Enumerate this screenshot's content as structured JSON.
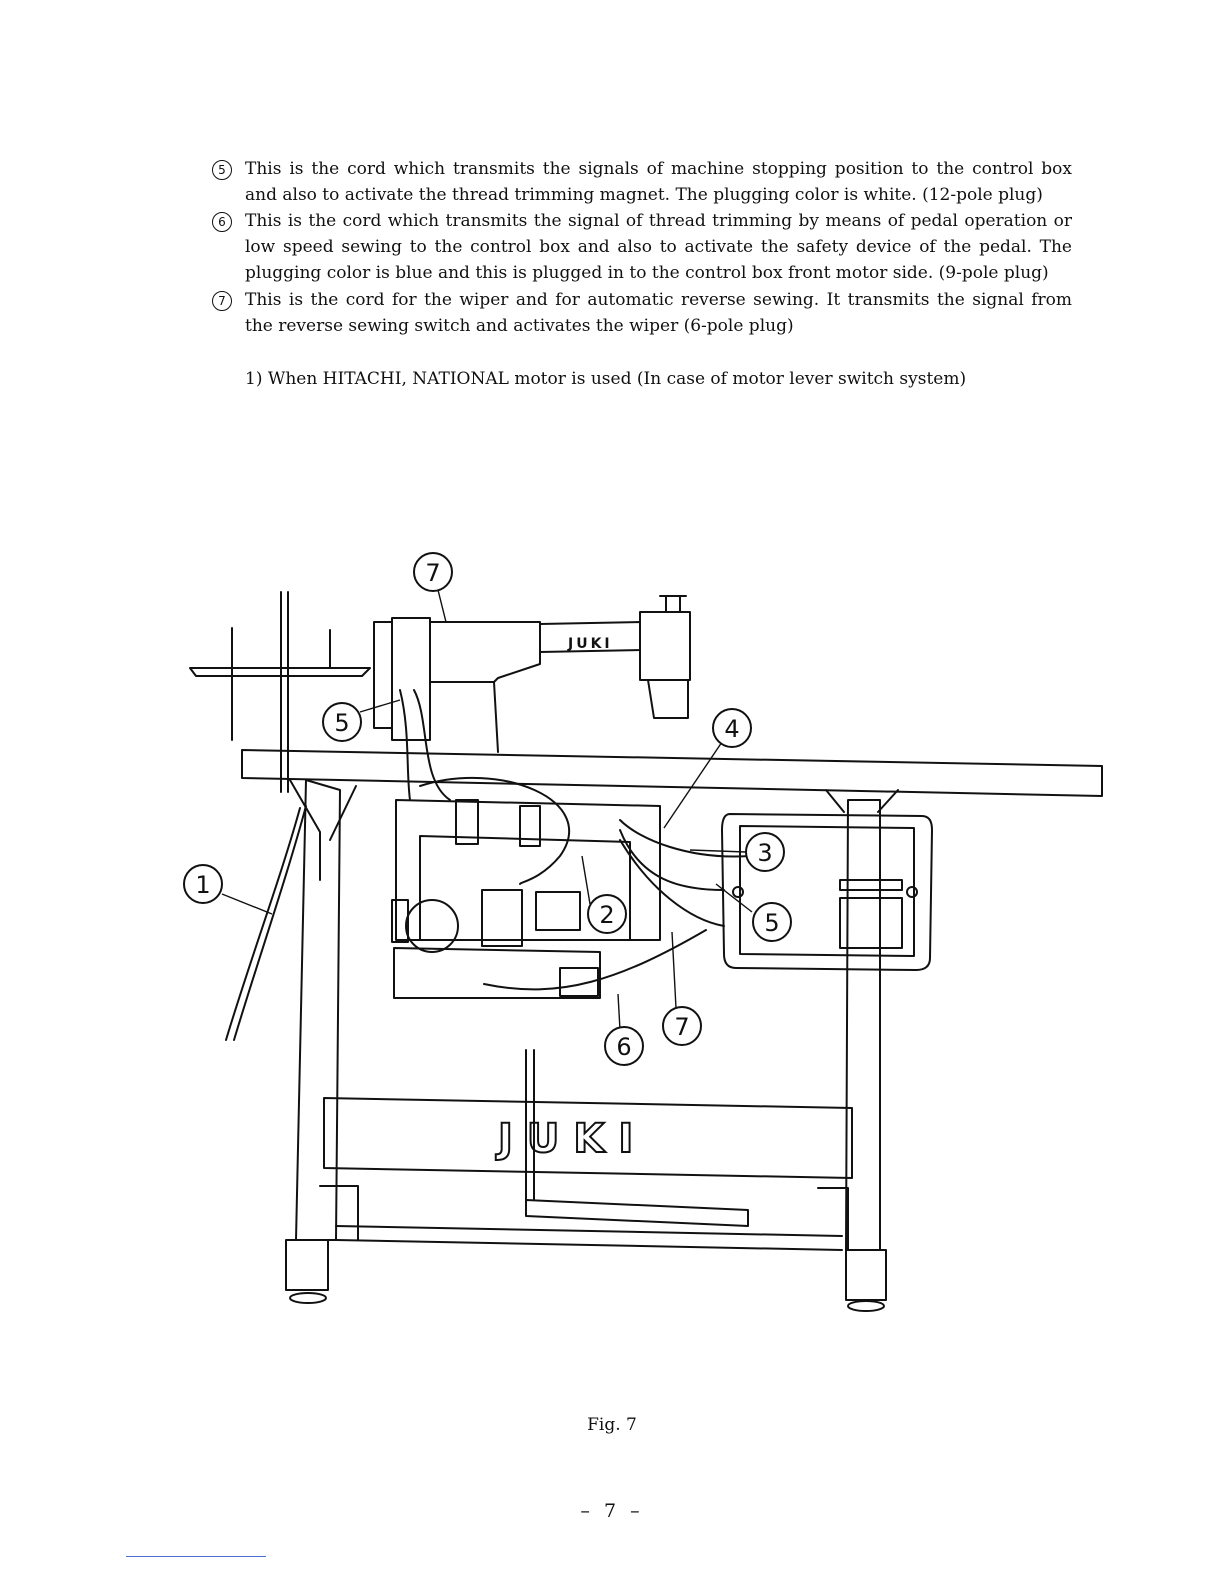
{
  "items": [
    {
      "num": "5",
      "text": "This is the cord which transmits the signals of machine stopping position to the control box and also to activate the thread trimming magnet. The plugging color is white. (12-pole plug)"
    },
    {
      "num": "6",
      "text": "This is the cord which transmits the signal of thread trimming by means of pedal operation or low speed sewing to the control box and also to activate the safety device of the pedal. The plugging color is blue and this is plugged in to the control box front motor side. (9-pole plug)"
    },
    {
      "num": "7",
      "text": "This is the cord for the wiper and for automatic reverse sewing. It transmits the signal from the reverse sewing switch and activates the wiper (6-pole plug)"
    }
  ],
  "subheading": "1) When HITACHI, NATIONAL motor is used (In case of motor lever switch system)",
  "figure": {
    "machine_brand": "JUKI",
    "table_brand": "JUKI",
    "callouts": [
      "7",
      "5",
      "4",
      "3",
      "2",
      "1",
      "5",
      "6",
      "7"
    ]
  },
  "caption": "Fig. 7",
  "page_number": "– 7 –"
}
